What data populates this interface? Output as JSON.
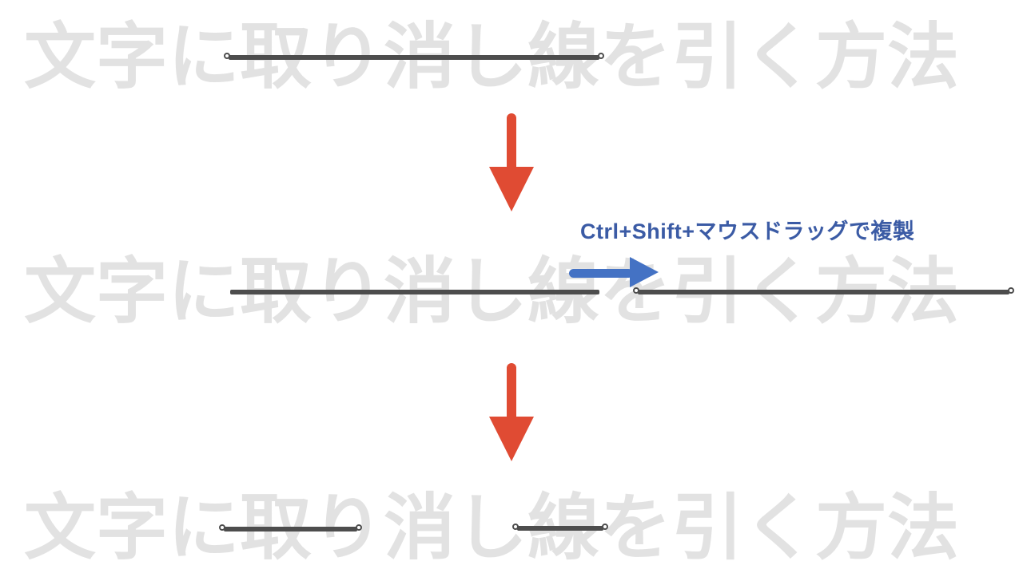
{
  "title": "文字に取り消し線を引く方法",
  "watermark": {
    "text": "文字に取り消し線を引く方法",
    "rows": 3
  },
  "annotation": {
    "label": "Ctrl+Shift+マウスドラッグで複製"
  },
  "colors": {
    "background": "#ffffff",
    "ghost_text": "#e2e2e2",
    "line": "#4d4d4d",
    "red_arrow": "#e04b33",
    "blue_arrow": "#4472c4",
    "label_text": "#3b5ba5",
    "handle_fill": "#ffffff"
  },
  "diagram": {
    "steps": [
      {
        "name": "step-1",
        "description": "line with selection handles drawn over text"
      },
      {
        "name": "step-2",
        "description": "line duplicated to the right via Ctrl+Shift+drag"
      },
      {
        "name": "step-3",
        "description": "two shorter strikethrough lines over words"
      }
    ]
  }
}
